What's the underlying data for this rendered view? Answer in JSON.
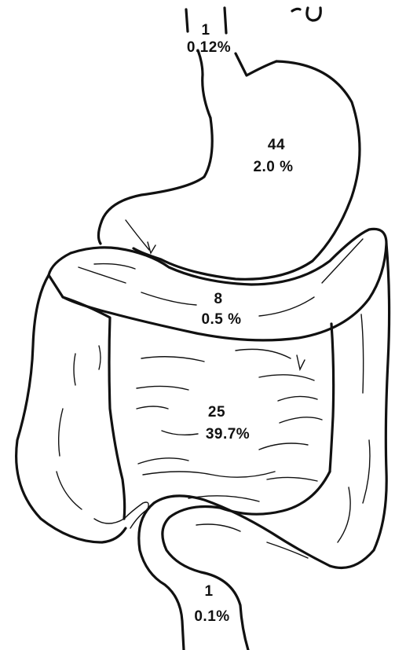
{
  "regions": [
    {
      "id": "esophagus",
      "count": "1",
      "percent": "0.12%"
    },
    {
      "id": "stomach",
      "count": "44",
      "percent": "2.0 %"
    },
    {
      "id": "duodenum",
      "count": "8",
      "percent": "0.5 %"
    },
    {
      "id": "small-intestine",
      "count": "25",
      "percent": "39.7%"
    },
    {
      "id": "rectum",
      "count": "1",
      "percent": "0.1%"
    }
  ]
}
